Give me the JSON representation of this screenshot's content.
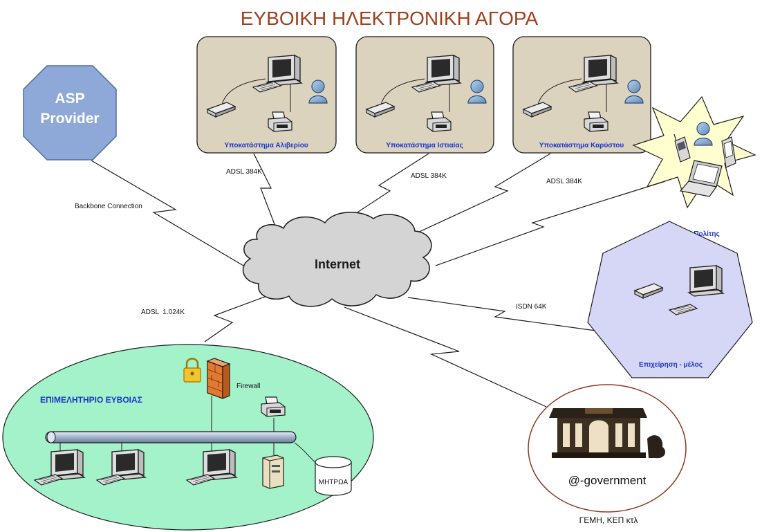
{
  "title": "ΕΥΒΟΙΚΗ ΗΛΕΚΤΡΟΝΙΚΗ ΑΓΟΡΑ",
  "asp": {
    "line1": "ASP",
    "line2": "Provider"
  },
  "cloud_label": "Internet",
  "branches": [
    {
      "label": "Υποκατάστημα Αλιβερίου"
    },
    {
      "label": "Υποκατάστημα Ιστιαίας"
    },
    {
      "label": "Υποκατάστημα Καρύστου"
    }
  ],
  "links": {
    "backbone": "Backbone Connection",
    "adsl_branch_1": "ADSL 384K",
    "adsl_branch_2": "ADSL 384K",
    "adsl_branch_3": "ADSL 384K",
    "adsl_chamber": "ADSL  1.024K",
    "isdn": "ISDN 64K"
  },
  "citizen_label": "Πολίτης",
  "business_label": "Επιχείρηση - μέλος",
  "chamber": {
    "title": "ΕΠΙΜΕΛΗΤΗΡΙΟ ΕΥΒΟΙΑΣ",
    "firewall": "Firewall",
    "registry": "ΜΗΤΡΩΑ"
  },
  "government": {
    "label": "@-government",
    "caption": "ΓΕΜΗ, ΚΕΠ κτλ"
  },
  "colors": {
    "title": "#a0401c",
    "asp_fill": "#8ea9d8",
    "branch_fill": "#dcd3bf",
    "cloud_fill": "#d4d4d4",
    "chamber_fill": "#a3f2c9",
    "business_fill": "#d6d6f6",
    "citizen_fill": "#ffffd0",
    "label_blue": "#1a35c8"
  }
}
